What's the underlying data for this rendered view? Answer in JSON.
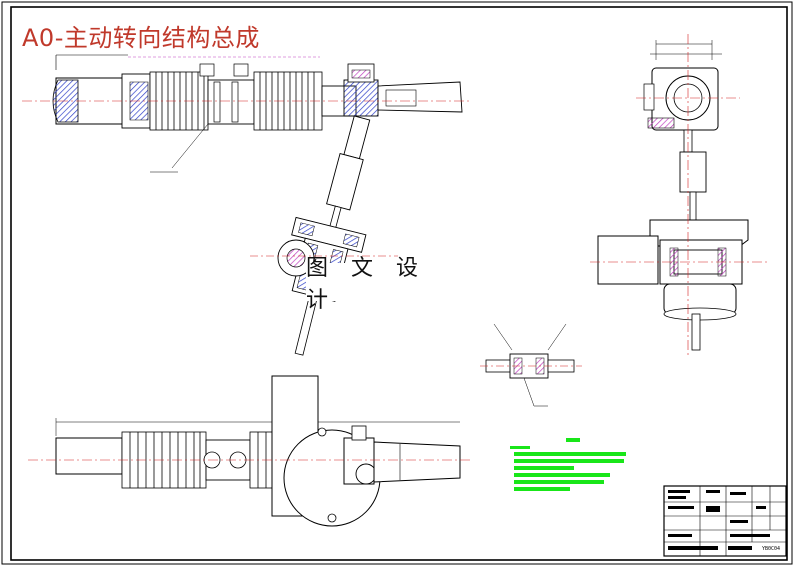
{
  "drawing": {
    "title": "A0-主动转向结构总成",
    "watermark": "图 文 设 计",
    "scale_code": "YB0C04"
  },
  "colors": {
    "title_text": "#c0392b",
    "centerline": "#d42020",
    "hatch_blue": "#2d3ec8",
    "hatch_magenta": "#c040c0",
    "notes_green": "#19e619",
    "outline": "#000000"
  },
  "views": [
    {
      "name": "top-view-rack-assembly"
    },
    {
      "name": "side-view-pinion-housing"
    },
    {
      "name": "front-view-rack-assembly"
    },
    {
      "name": "detail-view-coupling"
    },
    {
      "name": "section-view-steering-column"
    }
  ]
}
